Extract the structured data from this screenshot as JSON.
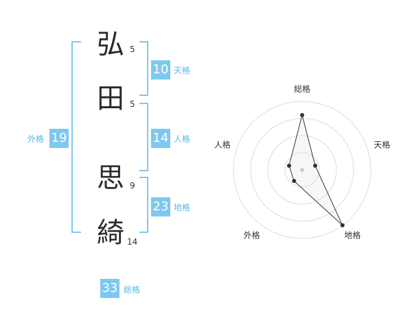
{
  "name": {
    "chars": [
      {
        "char": "弘",
        "strokes": "5"
      },
      {
        "char": "田",
        "strokes": "5"
      },
      {
        "char": "思",
        "strokes": "9"
      },
      {
        "char": "綺",
        "strokes": "14"
      }
    ]
  },
  "fortune": {
    "tenkaku": {
      "value": "10",
      "label": "天格"
    },
    "jinkaku": {
      "value": "14",
      "label": "人格"
    },
    "chikaku": {
      "value": "23",
      "label": "地格"
    },
    "gaikaku": {
      "value": "19",
      "label": "外格"
    },
    "soukaku": {
      "value": "33",
      "label": "総格"
    }
  },
  "colors": {
    "accent": "#7ec8f0",
    "accent_text": "#57b8ea",
    "radar_line": "#333333"
  },
  "chart_data": {
    "type": "radar",
    "axes": [
      "総格",
      "天格",
      "地格",
      "外格",
      "人格"
    ],
    "rings": 4,
    "values": [
      4,
      1,
      5,
      1,
      1
    ],
    "max": 5
  }
}
